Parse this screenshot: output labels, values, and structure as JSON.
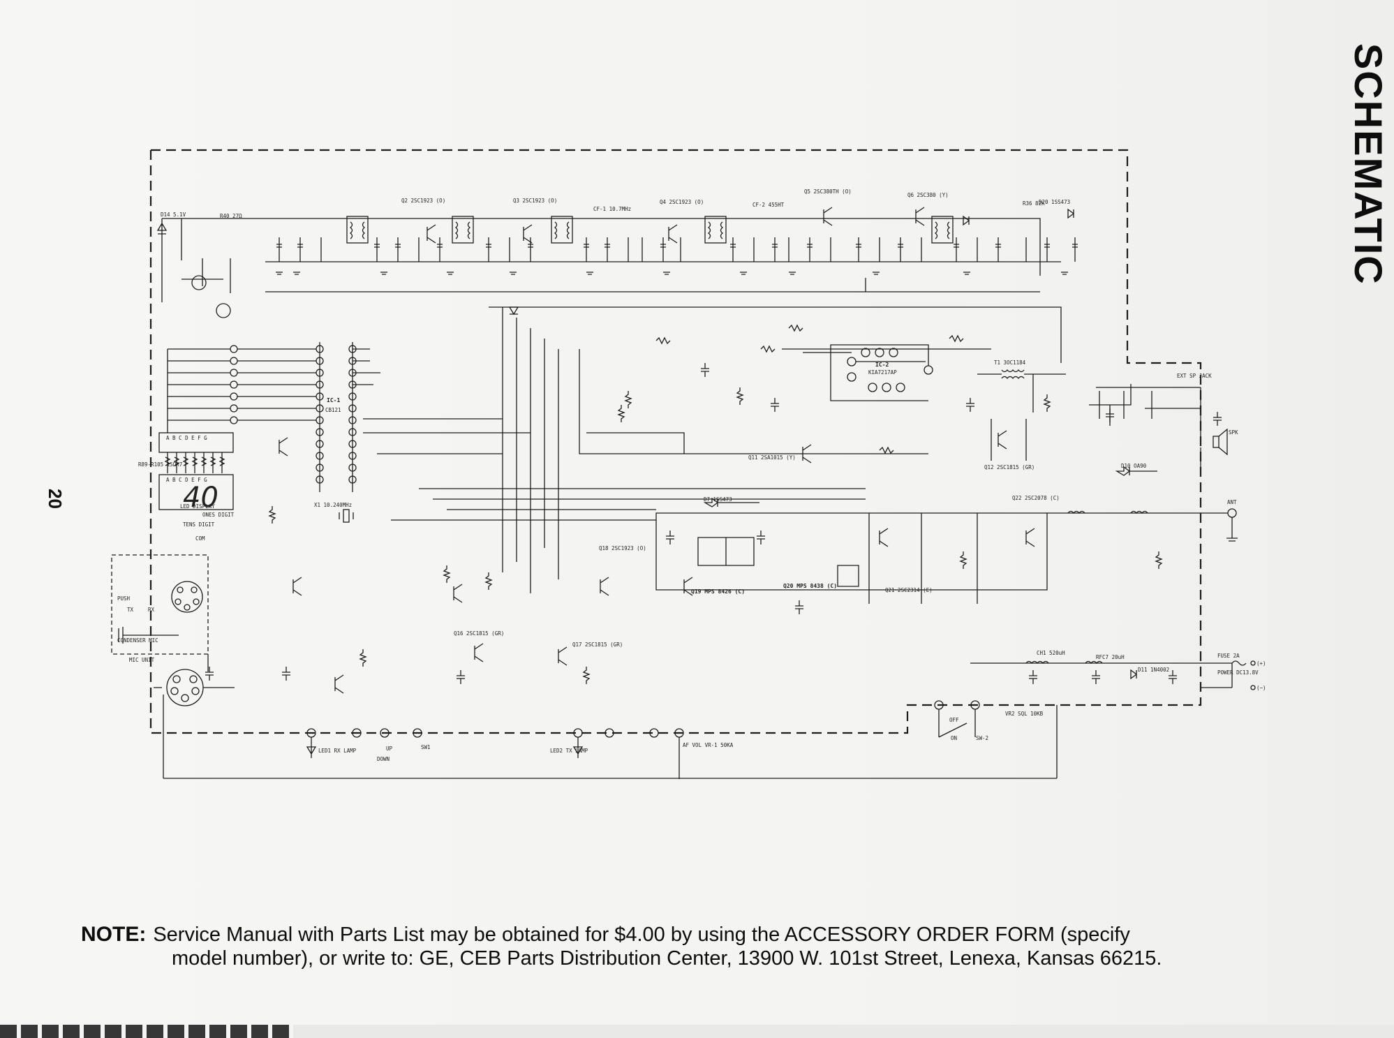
{
  "page": {
    "side_title": "SCHEMATIC",
    "page_number": "20"
  },
  "note": {
    "label": "NOTE:",
    "line1": "Service Manual with Parts List may be obtained for $4.00 by using the ACCESSORY ORDER FORM (specify",
    "line2": "model number), or write to:  GE, CEB Parts Distribution Center, 13900 W. 101st Street, Lenexa, Kansas 66215."
  },
  "schematic": {
    "display_digits": "40",
    "display_label": "LED DISPLAY",
    "ones_digit": "ONES DIGIT",
    "tens_digit": "TENS DIGIT",
    "com": "COM",
    "segment_letters": "A B C D E F G",
    "resistor_array": "R89-R105 15ΩX7",
    "ic1": "IC-1",
    "ic1_part": "CB121",
    "ic2": "IC-2",
    "ic2_part": "KIA7217AP",
    "crystal": "X1 10.240MHz",
    "mic_unit": "MIC UNIT",
    "condenser_mic": "CONDENSER MIC",
    "push": "PUSH",
    "tx": "TX",
    "rx": "RX",
    "ext_sp_jack": "EXT SP JACK",
    "spk": "SPK",
    "ant": "ANT",
    "fuse": "FUSE 2A",
    "power": "POWER DC13.8V",
    "plus": "(+)",
    "minus": "(−)",
    "led1": "LED1 RX LAMP",
    "led2": "LED2 TX LAMP",
    "sw1": "SW1",
    "up": "UP",
    "down": "DOWN",
    "af_vol": "AF VOL VR-1 50KA",
    "sql": "VR2 SQL 10KB",
    "off": "OFF",
    "on": "ON",
    "sw2": "SW-2",
    "t1": "T1 3OC1184",
    "ch1": "CH1 520uH",
    "rfc7": "RFC7 20uH",
    "d14": "D14 5.1V",
    "r40": "R40 27Ω",
    "d20": "D20 1SS473",
    "r36": "R36 82K",
    "cf1": "CF-1 10.7MHz",
    "cf2": "CF-2 455HT",
    "q2": "Q2 2SC1923 (O)",
    "q3": "Q3 2SC1923 (O)",
    "q4": "Q4 2SC1923 (O)",
    "q5": "Q5 2SC380TH (O)",
    "q6": "Q6 2SC380 (Y)",
    "q11": "Q11 2SA1015 (Y)",
    "q12": "Q12 2SC1815 (GR)",
    "q21": "Q21 2SC2314 (E)",
    "q22": "Q22 2SC2078 (C)",
    "q17": "Q17 2SC1815 (GR)",
    "q16": "Q16 2SC1815 (GR)",
    "q18": "Q18 2SC1923 (O)",
    "q19": "Q19 MPS 8426 (C)",
    "q20": "Q20 MPS 8438 (C)",
    "d7": "D7 1SS473",
    "d10": "D10 OA90",
    "d11": "D11 1N4002"
  }
}
